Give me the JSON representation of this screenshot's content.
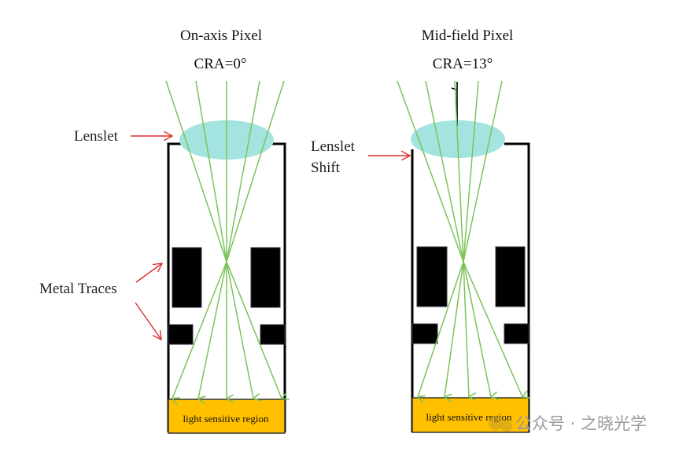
{
  "left_panel": {
    "title": "On-axis Pixel",
    "subtitle": "CRA=0°",
    "lenslet_label": "Lenslet",
    "metal_label": "Metal Traces",
    "region_label": "light sensitive region"
  },
  "right_panel": {
    "title": "Mid-field Pixel",
    "subtitle": "CRA=13°",
    "lenslet_label_line1": "Lenslet",
    "lenslet_label_line2": "Shift",
    "region_label": "light sensitive region"
  },
  "colors": {
    "ray": "#7cc35a",
    "lens": "#a3e4e0",
    "region": "#ffc000",
    "arrow": "#e02b2b",
    "trace": "#000000"
  },
  "watermark": "公众号 · 之晓光学"
}
